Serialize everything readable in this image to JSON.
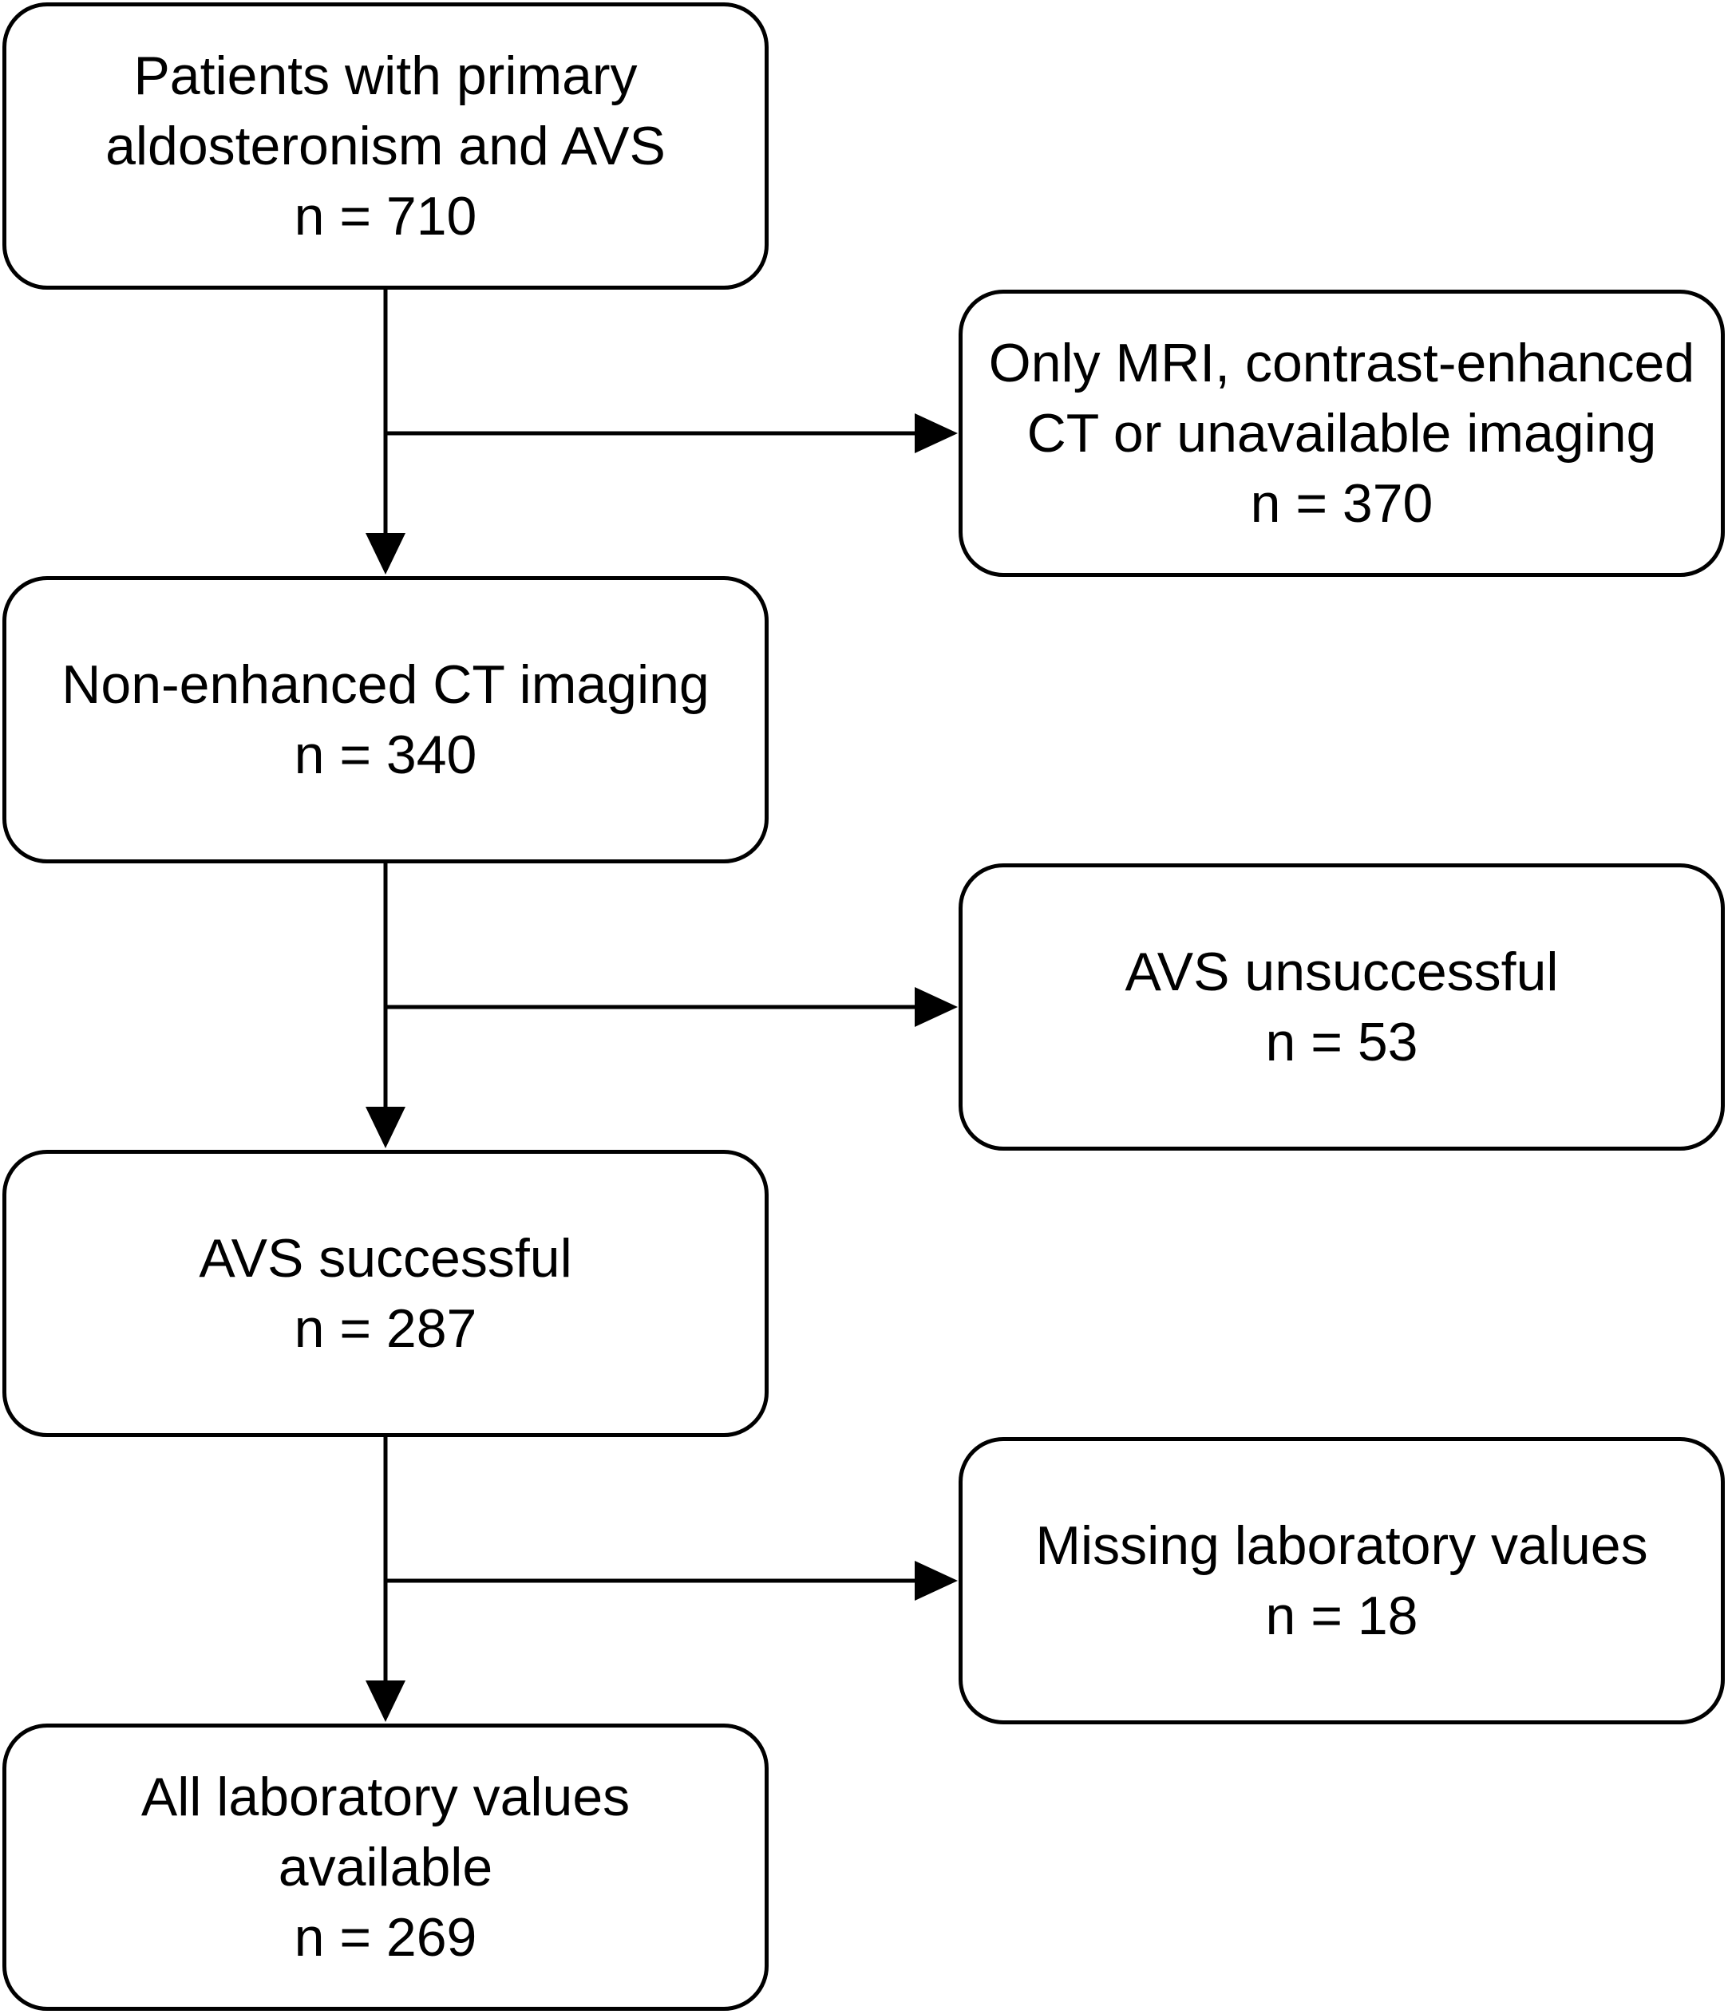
{
  "colors": {
    "stroke": "#000000",
    "background": "#ffffff",
    "text": "#000000"
  },
  "main_boxes": [
    {
      "lines": [
        "Patients with primary",
        "aldosteronism and AVS"
      ],
      "count": "n = 710"
    },
    {
      "lines": [
        "Non-enhanced CT imaging"
      ],
      "count": "n = 340"
    },
    {
      "lines": [
        "AVS successful"
      ],
      "count": "n = 287"
    },
    {
      "lines": [
        "All laboratory values",
        "available"
      ],
      "count": "n = 269"
    }
  ],
  "exclusion_boxes": [
    {
      "lines": [
        "Only MRI, contrast-enhanced",
        "CT or unavailable imaging"
      ],
      "count": "n = 370"
    },
    {
      "lines": [
        "AVS unsuccessful"
      ],
      "count": "n = 53"
    },
    {
      "lines": [
        "Missing laboratory values"
      ],
      "count": "n = 18"
    }
  ]
}
